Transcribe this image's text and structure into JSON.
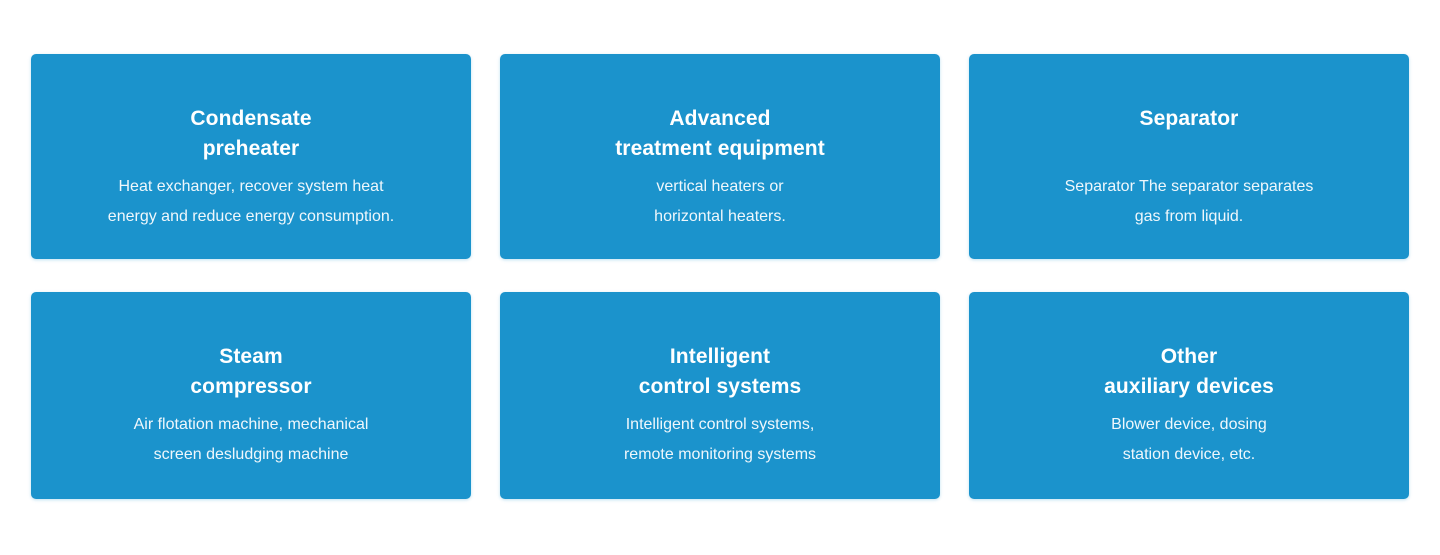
{
  "theme": {
    "page_background": "#ffffff",
    "card_background": "#1b93cc",
    "title_color": "#ffffff",
    "description_color": "#f2fbff"
  },
  "grid": {
    "columns": 3,
    "rows": 2,
    "cards": [
      {
        "title_lines": [
          "Condensate",
          "preheater"
        ],
        "desc_lines": [
          "Heat exchanger, recover system heat",
          "energy and reduce energy consumption."
        ]
      },
      {
        "title_lines": [
          "Advanced",
          "treatment equipment"
        ],
        "desc_lines": [
          "vertical heaters or",
          "horizontal heaters."
        ]
      },
      {
        "title_lines": [
          "Separator",
          ""
        ],
        "desc_lines": [
          "Separator The separator separates",
          "gas from liquid."
        ]
      },
      {
        "title_lines": [
          "Steam",
          "compressor"
        ],
        "desc_lines": [
          "Air flotation machine, mechanical",
          "screen desludging machine"
        ]
      },
      {
        "title_lines": [
          "Intelligent",
          "control systems"
        ],
        "desc_lines": [
          "Intelligent control systems,",
          "remote monitoring systems"
        ]
      },
      {
        "title_lines": [
          "Other",
          "auxiliary devices"
        ],
        "desc_lines": [
          "Blower device, dosing",
          "station device, etc."
        ]
      }
    ]
  }
}
